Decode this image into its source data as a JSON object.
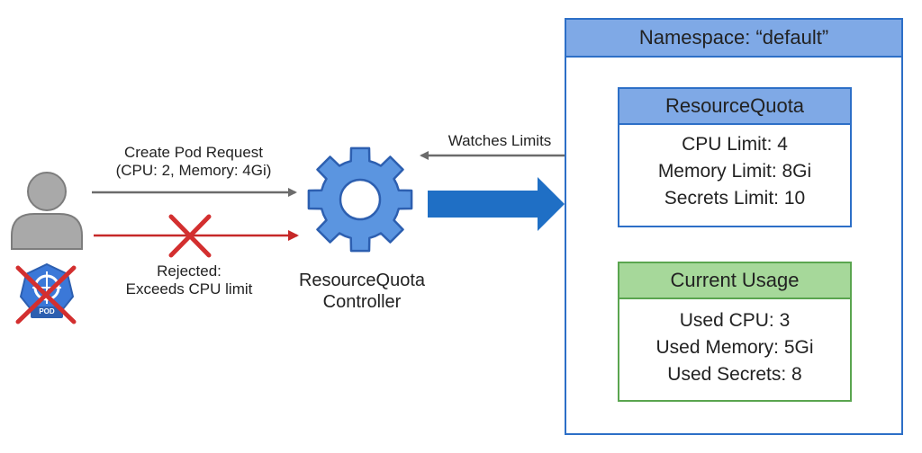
{
  "user": {
    "request_label_line1": "Create Pod Request",
    "request_label_line2": "(CPU: 2, Memory: 4Gi)",
    "rejected_line1": "Rejected:",
    "rejected_line2": "Exceeds CPU limit",
    "pod_badge": "POD"
  },
  "controller": {
    "label_line1": "ResourceQuota",
    "label_line2": "Controller",
    "watches_label": "Watches Limits"
  },
  "namespace": {
    "title": "Namespace: “default”"
  },
  "resource_quota": {
    "title": "ResourceQuota",
    "lines": [
      "CPU Limit: 4",
      "Memory Limit: 8Gi",
      "Secrets Limit: 10"
    ]
  },
  "current_usage": {
    "title": "Current Usage",
    "lines": [
      "Used CPU: 3",
      "Used Memory: 5Gi",
      "Used Secrets: 8"
    ]
  },
  "colors": {
    "blue_accent": "#2d6fc7",
    "blue_header": "#7fa9e6",
    "green_accent": "#5aa54f",
    "green_header": "#a6d89a",
    "reject_red": "#c62828",
    "gear_blue": "#5b95e0",
    "person_gray": "#a9a9a9"
  }
}
